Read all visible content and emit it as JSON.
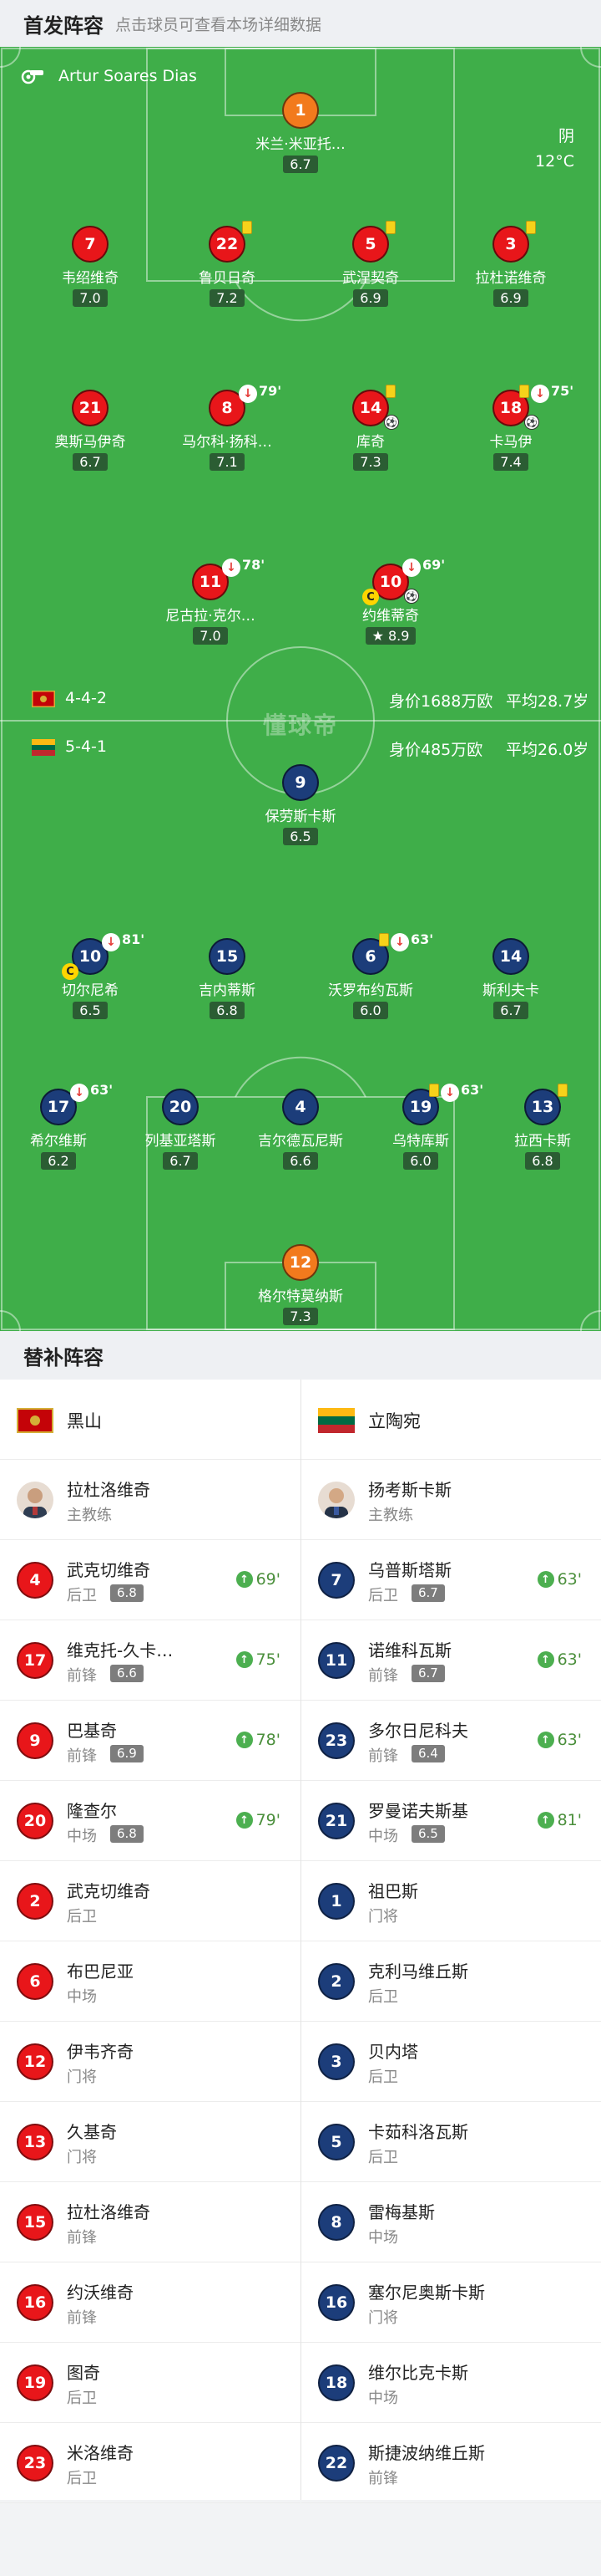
{
  "header": {
    "title": "首发阵容",
    "hint": "点击球员可查看本场详细数据"
  },
  "match": {
    "referee": "Artur Soares Dias",
    "weather": "阴",
    "temperature": "12°C",
    "watermark": "懂球帝"
  },
  "colors": {
    "pitch": "#3fae49",
    "home": "#e8161a",
    "away": "#1c3d7a",
    "goalkeeper": "#f27a1d",
    "rating_bg": "#2b5d33",
    "yellow_card": "#f6d21a",
    "sub_in": "#4caf50"
  },
  "home_team": {
    "name": "黑山",
    "formation": "4-4-2",
    "value": "身价1688万欧",
    "avg_age": "平均28.7岁"
  },
  "away_team": {
    "name": "立陶宛",
    "formation": "5-4-1",
    "value": "身价485万欧",
    "avg_age": "平均26.0岁"
  },
  "home_players": [
    {
      "number": "1",
      "name": "米兰·米亚托…",
      "rating": "6.7",
      "gk": true
    },
    {
      "number": "7",
      "name": "韦绍维奇",
      "rating": "7.0"
    },
    {
      "number": "22",
      "name": "鲁贝日奇",
      "rating": "7.2",
      "yellow": true
    },
    {
      "number": "5",
      "name": "武涅契奇",
      "rating": "6.9",
      "yellow": true
    },
    {
      "number": "3",
      "name": "拉杜诺维奇",
      "rating": "6.9",
      "yellow": true
    },
    {
      "number": "21",
      "name": "奥斯马伊奇",
      "rating": "6.7"
    },
    {
      "number": "8",
      "name": "马尔科·扬科…",
      "rating": "7.1",
      "sub_out": "79'"
    },
    {
      "number": "14",
      "name": "库奇",
      "rating": "7.3",
      "yellow": true,
      "goal": true
    },
    {
      "number": "18",
      "name": "卡马伊",
      "rating": "7.4",
      "yellow": true,
      "sub_out": "75'",
      "goal": true
    },
    {
      "number": "11",
      "name": "尼古拉·克尔…",
      "rating": "7.0",
      "sub_out": "78'"
    },
    {
      "number": "10",
      "name": "约维蒂奇",
      "rating": "8.9",
      "sub_out": "69'",
      "captain": true,
      "star": true,
      "goal": true
    }
  ],
  "away_players": [
    {
      "number": "9",
      "name": "保劳斯卡斯",
      "rating": "6.5"
    },
    {
      "number": "10",
      "name": "切尔尼希",
      "rating": "6.5",
      "sub_out": "81'",
      "captain": true
    },
    {
      "number": "15",
      "name": "吉内蒂斯",
      "rating": "6.8"
    },
    {
      "number": "6",
      "name": "沃罗布约瓦斯",
      "rating": "6.0",
      "yellow": true,
      "sub_out": "63'"
    },
    {
      "number": "14",
      "name": "斯利夫卡",
      "rating": "6.7"
    },
    {
      "number": "17",
      "name": "希尔维斯",
      "rating": "6.2",
      "sub_out": "63'"
    },
    {
      "number": "20",
      "name": "列基亚塔斯",
      "rating": "6.7"
    },
    {
      "number": "4",
      "name": "吉尔德瓦尼斯",
      "rating": "6.6"
    },
    {
      "number": "19",
      "name": "乌特库斯",
      "rating": "6.0",
      "yellow": true,
      "sub_out": "63'"
    },
    {
      "number": "13",
      "name": "拉西卡斯",
      "rating": "6.8",
      "yellow": true
    },
    {
      "number": "12",
      "name": "格尔特莫纳斯",
      "rating": "7.3",
      "gk": true
    }
  ],
  "bench": {
    "title": "替补阵容",
    "home": {
      "team": "黑山",
      "coach": {
        "name": "拉杜洛维奇",
        "role": "主教练"
      },
      "subs": [
        {
          "number": "4",
          "name": "武克切维奇",
          "pos": "后卫",
          "rating": "6.8",
          "in": "69'"
        },
        {
          "number": "17",
          "name": "维克托-久卡…",
          "pos": "前锋",
          "rating": "6.6",
          "in": "75'"
        },
        {
          "number": "9",
          "name": "巴基奇",
          "pos": "前锋",
          "rating": "6.9",
          "in": "78'"
        },
        {
          "number": "20",
          "name": "隆查尔",
          "pos": "中场",
          "rating": "6.8",
          "in": "79'"
        },
        {
          "number": "2",
          "name": "武克切维奇",
          "pos": "后卫"
        },
        {
          "number": "6",
          "name": "布巴尼亚",
          "pos": "中场"
        },
        {
          "number": "12",
          "name": "伊韦齐奇",
          "pos": "门将"
        },
        {
          "number": "13",
          "name": "久基奇",
          "pos": "门将"
        },
        {
          "number": "15",
          "name": "拉杜洛维奇",
          "pos": "前锋"
        },
        {
          "number": "16",
          "name": "约沃维奇",
          "pos": "前锋"
        },
        {
          "number": "19",
          "name": "图奇",
          "pos": "后卫"
        },
        {
          "number": "23",
          "name": "米洛维奇",
          "pos": "后卫"
        }
      ]
    },
    "away": {
      "team": "立陶宛",
      "coach": {
        "name": "扬考斯卡斯",
        "role": "主教练"
      },
      "subs": [
        {
          "number": "7",
          "name": "乌普斯塔斯",
          "pos": "后卫",
          "rating": "6.7",
          "in": "63'"
        },
        {
          "number": "11",
          "name": "诺维科瓦斯",
          "pos": "前锋",
          "rating": "6.7",
          "in": "63'"
        },
        {
          "number": "23",
          "name": "多尔日尼科夫",
          "pos": "前锋",
          "rating": "6.4",
          "in": "63'"
        },
        {
          "number": "21",
          "name": "罗曼诺夫斯基",
          "pos": "中场",
          "rating": "6.5",
          "in": "81'"
        },
        {
          "number": "1",
          "name": "祖巴斯",
          "pos": "门将"
        },
        {
          "number": "2",
          "name": "克利马维丘斯",
          "pos": "后卫"
        },
        {
          "number": "3",
          "name": "贝内塔",
          "pos": "后卫"
        },
        {
          "number": "5",
          "name": "卡茹科洛瓦斯",
          "pos": "后卫"
        },
        {
          "number": "8",
          "name": "雷梅基斯",
          "pos": "中场"
        },
        {
          "number": "16",
          "name": "塞尔尼奥斯卡斯",
          "pos": "门将"
        },
        {
          "number": "18",
          "name": "维尔比克卡斯",
          "pos": "中场"
        },
        {
          "number": "22",
          "name": "斯捷波纳维丘斯",
          "pos": "前锋"
        }
      ]
    }
  }
}
